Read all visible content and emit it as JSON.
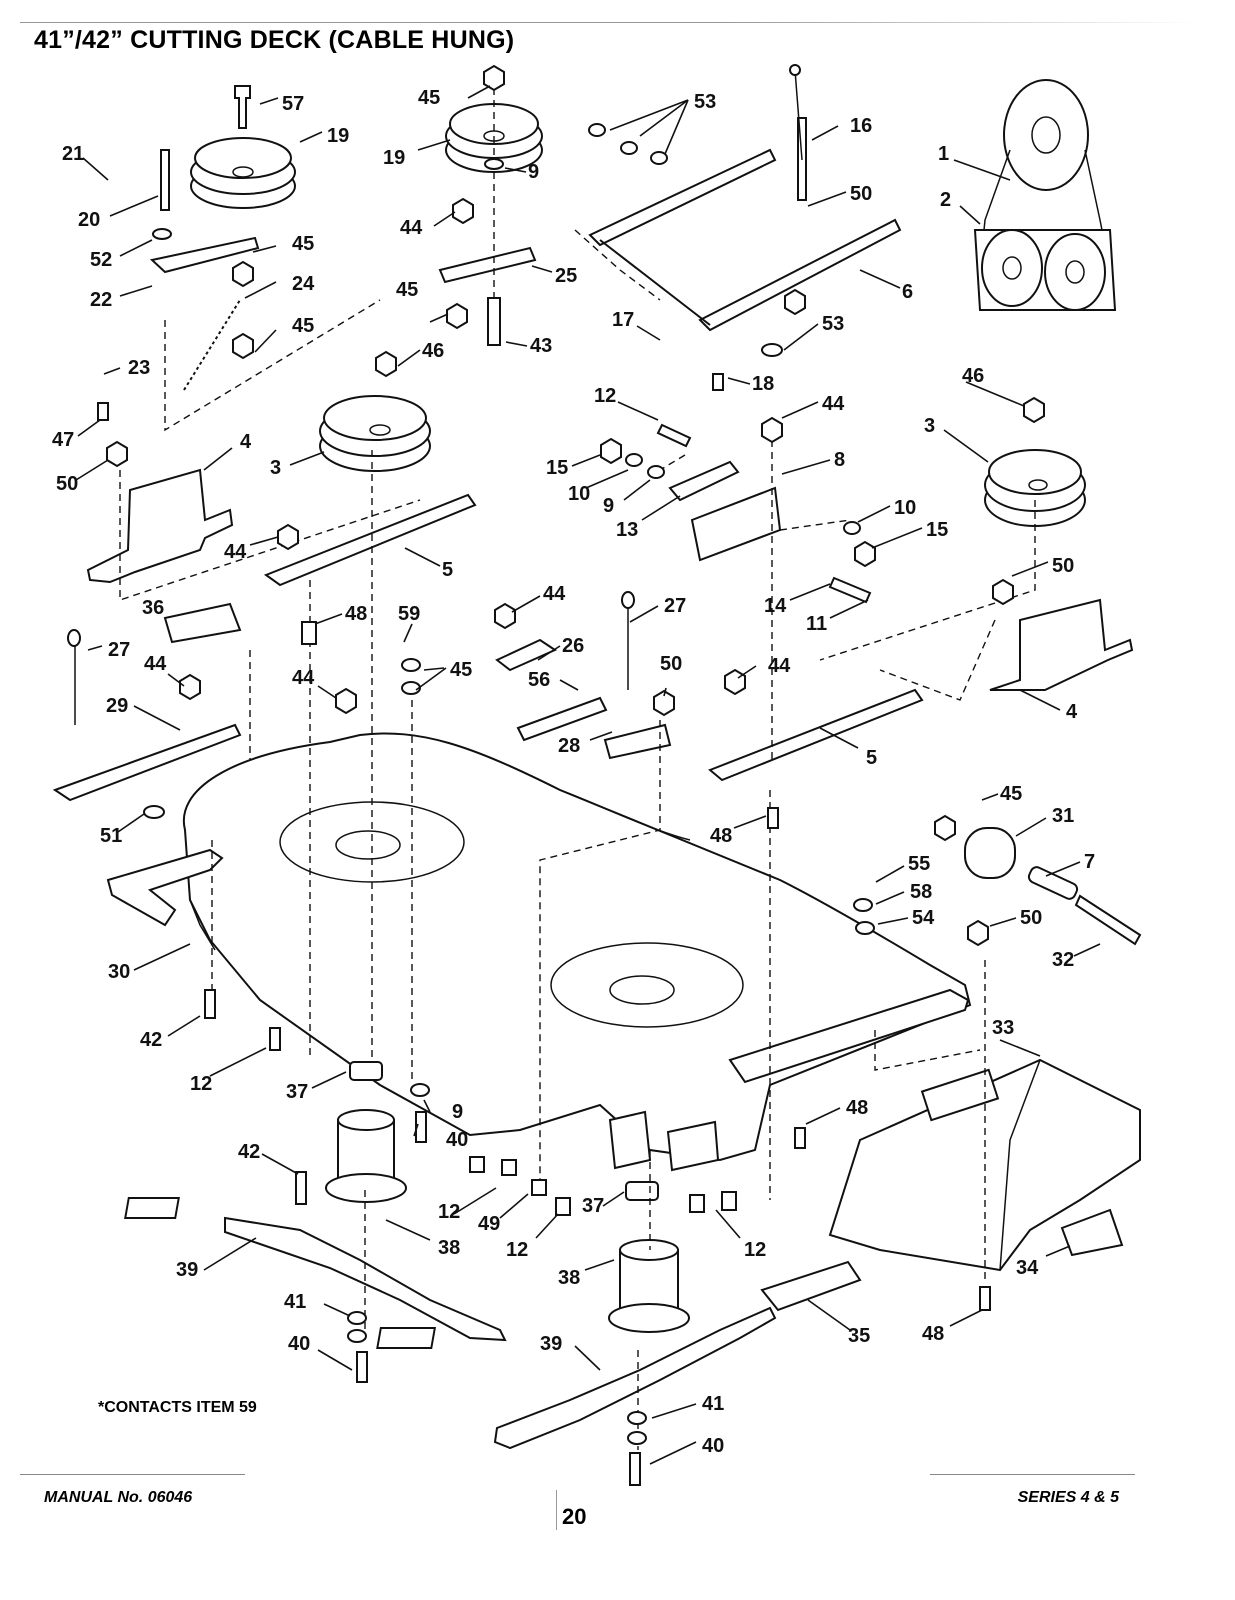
{
  "title": "41”/42” CUTTING DECK (CABLE HUNG)",
  "footnote": "*CONTACTS ITEM 59",
  "footer": {
    "manual": "MANUAL No. 06046",
    "page": "20",
    "series": "SERIES 4 & 5"
  },
  "callouts": {
    "c1": "1",
    "c2": "2",
    "c3a": "3",
    "c3b": "3",
    "c4a": "4",
    "c4b": "4",
    "c5a": "5",
    "c5b": "5",
    "c6": "6",
    "c7": "7",
    "c8": "8",
    "c9a": "9",
    "c9b": "9",
    "c9c": "9",
    "c10a": "10",
    "c10b": "10",
    "c11": "11",
    "c12a": "12",
    "c12b": "12",
    "c12c": "12",
    "c12d": "12",
    "c12e": "12",
    "c13": "13",
    "c14": "14",
    "c15a": "15",
    "c15b": "15",
    "c16": "16",
    "c17": "17",
    "c18": "18",
    "c19a": "19",
    "c19b": "19",
    "c20": "20",
    "c21": "21",
    "c22": "22",
    "c23": "23",
    "c24": "24",
    "c25": "25",
    "c26": "26",
    "c27a": "27",
    "c27b": "27",
    "c28": "28",
    "c29": "29",
    "c30": "30",
    "c31": "31",
    "c32": "32",
    "c33": "33",
    "c34": "34",
    "c35": "35",
    "c36": "36",
    "c37a": "37",
    "c37b": "37",
    "c38a": "38",
    "c38b": "38",
    "c39a": "39",
    "c39b": "39",
    "c40a": "40",
    "c40b": "40",
    "c40c": "40",
    "c41a": "41",
    "c41b": "41",
    "c42a": "42",
    "c42b": "42",
    "c43": "43",
    "c44a": "44",
    "c44b": "44",
    "c44c": "44",
    "c44d": "44",
    "c44e": "44",
    "c44f": "44",
    "c44g": "44",
    "c45a": "45",
    "c45b": "45",
    "c45c": "45",
    "c45d": "45",
    "c45e": "45",
    "c45f": "45",
    "c46a": "46",
    "c46b": "46",
    "c47": "47",
    "c48a": "48",
    "c48b": "48",
    "c48c": "48",
    "c48d": "48",
    "c49": "49",
    "c50a": "50",
    "c50b": "50",
    "c50c": "50",
    "c50d": "50",
    "c50e": "50",
    "c51": "51",
    "c52": "52",
    "c53a": "53",
    "c53b": "53",
    "c54": "54",
    "c55": "55",
    "c56": "56",
    "c57": "57",
    "c58": "58",
    "c59": "59"
  }
}
